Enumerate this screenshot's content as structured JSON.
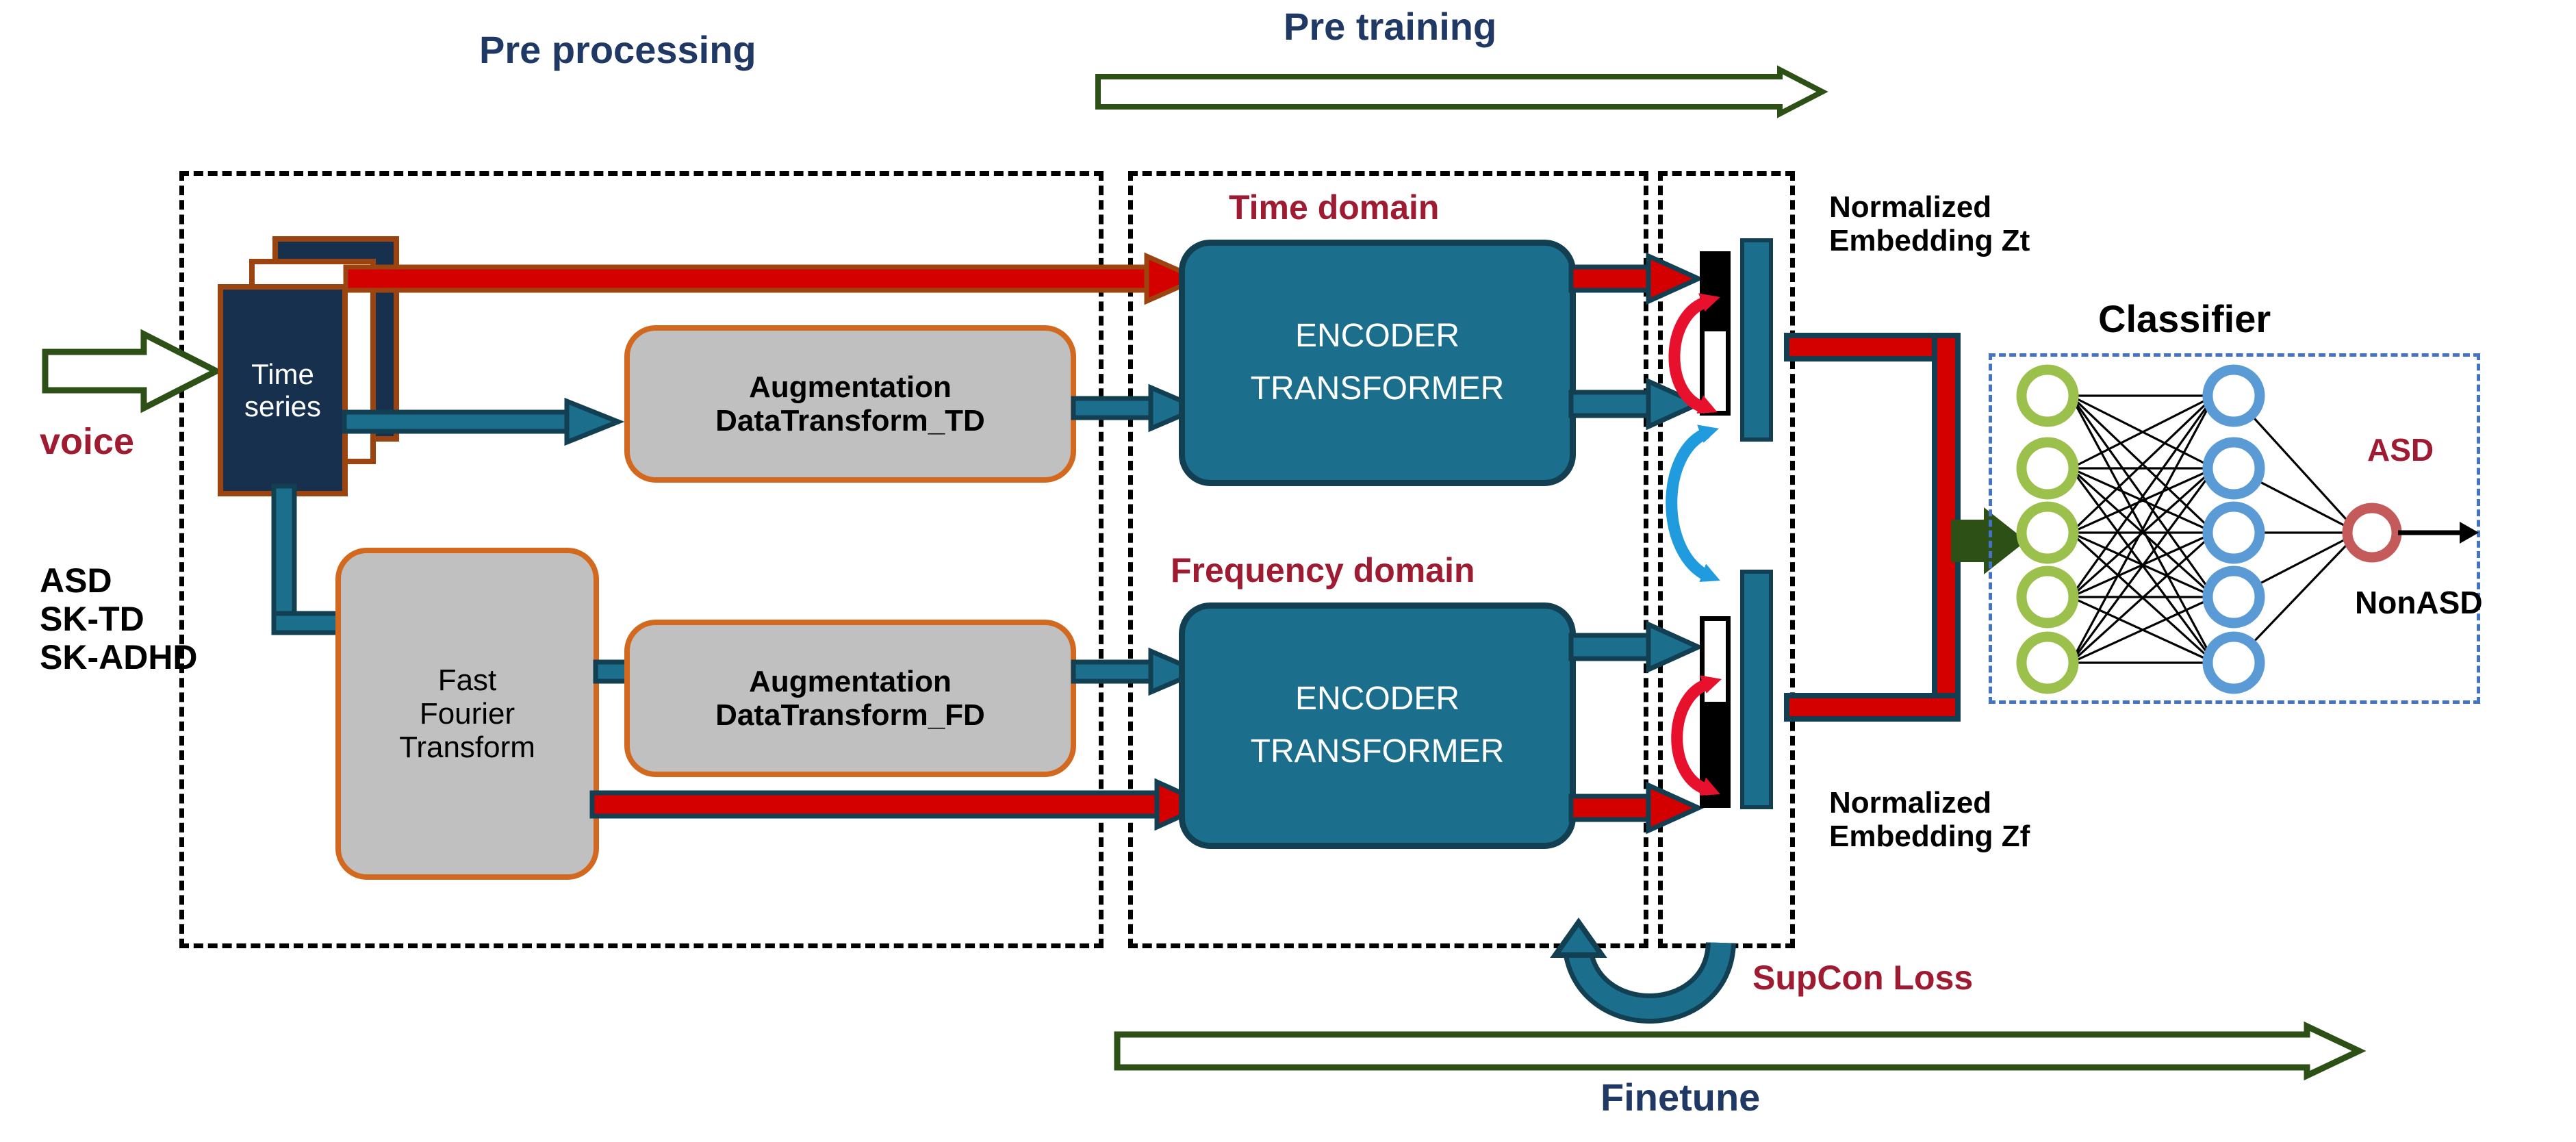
{
  "diagram": {
    "title_phase_pre_processing": "Pre processing",
    "title_phase_pre_training": "Pre training",
    "title_phase_finetune": "Finetune"
  },
  "input": {
    "source_label": "voice",
    "dataset_labels": "ASD\nSK-TD\nSK-ADHD",
    "time_series_label": "Time\nseries"
  },
  "preprocessing": {
    "fft_label": "Fast\nFourier\nTransform",
    "augmentation_td_label": "Augmentation\nDataTransform_TD",
    "augmentation_fd_label": "Augmentation\nDataTransform_FD"
  },
  "pretraining": {
    "time_domain_label": "Time domain",
    "frequency_domain_label": "Frequency domain",
    "encoder_td_label": "ENCODER\nTRANSFORMER",
    "encoder_fd_label": "ENCODER\nTRANSFORMER"
  },
  "embeddings": {
    "zt_label": "Normalized\nEmbedding Zt",
    "zf_label": "Normalized\nEmbedding Zf",
    "supcon_loss_label": "SupCon Loss"
  },
  "classifier": {
    "title": "Classifier",
    "output_positive_label": "ASD",
    "output_negative_label": "NonASD",
    "input_nodes": 5,
    "hidden_nodes": 5,
    "output_nodes": 1
  },
  "colors": {
    "navy_text": "#1f3864",
    "dark_red_text": "#9e1b32",
    "card_navy": "#16304d",
    "card_border_brown": "#9c4410",
    "teal_box": "#1b6e8c",
    "teal_arrow": "#1b6e8c",
    "grey_box": "#c0c0c0",
    "orange_border": "#d2691e",
    "red_arrow": "#d40000",
    "green_arrow": "#2d5016",
    "node_green": "#9bc04b",
    "node_blue": "#5b9bd5",
    "node_red": "#c55a5a",
    "dash_black": "#000000",
    "dash_blue": "#4472c4"
  }
}
